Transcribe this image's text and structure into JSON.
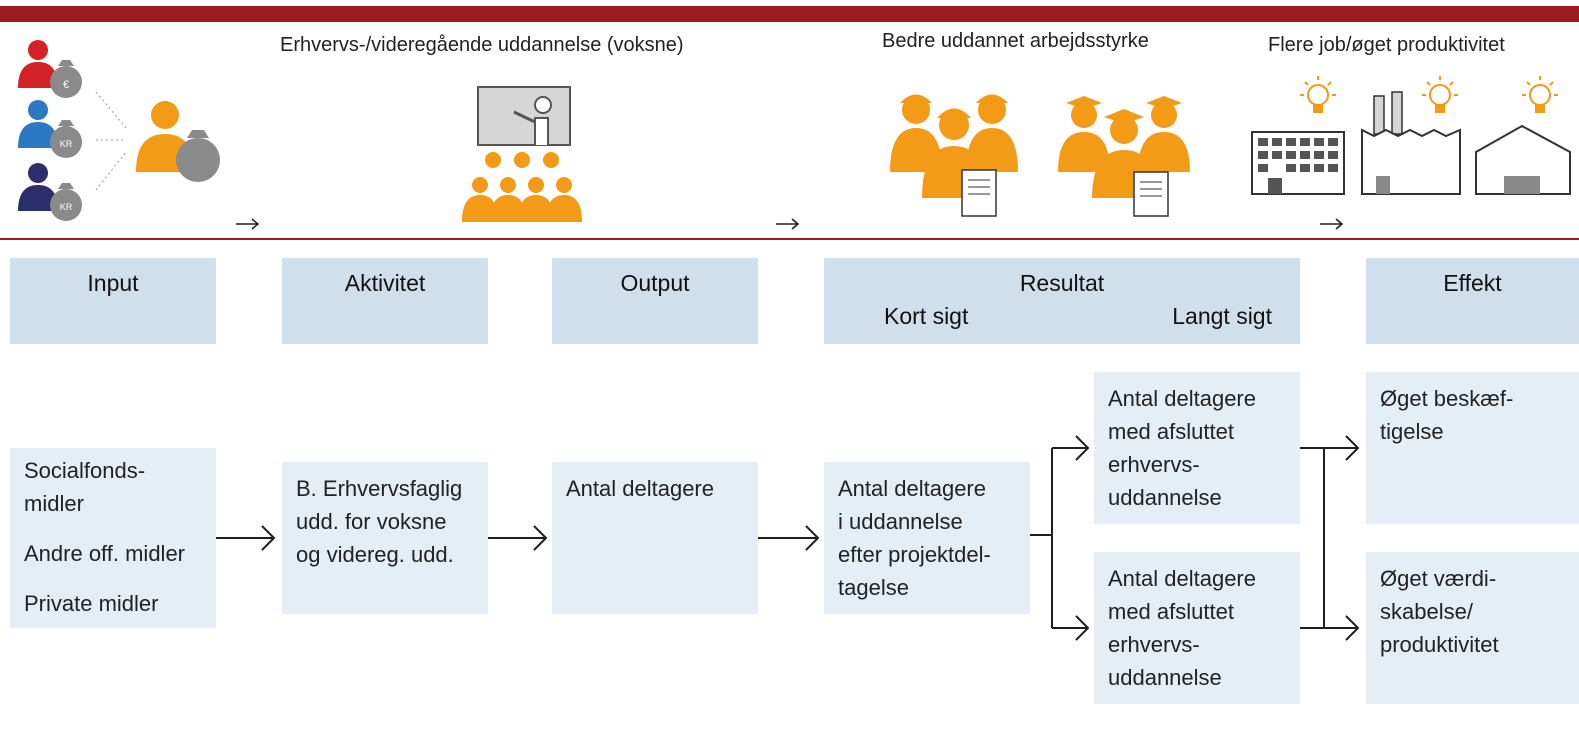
{
  "colors": {
    "top_bar": "#9b1b1f",
    "divider": "#9b1b1f",
    "header_fill": "#cfe0ec",
    "box_fill": "#e6eef5",
    "accent_orange": "#f39a17",
    "person_red": "#d22228",
    "person_blue": "#2b78c3",
    "person_navy": "#2b2e6b",
    "icon_gray": "#8a8a8a",
    "arrow": "#1e1e1e"
  },
  "top": {
    "activity_title": "Erhvervs-/videregående uddannelse (voksne)",
    "result_title": "Bedre uddannet arbejdsstyrke",
    "effect_title": "Flere job/øget produktivitet",
    "bag_currency_1": "€",
    "bag_currency_2": "KR",
    "bag_currency_3": "KR",
    "dots": "......"
  },
  "headers": {
    "input": "Input",
    "aktivitet": "Aktivitet",
    "output": "Output",
    "resultat": "Resultat",
    "kort_sigt": "Kort sigt",
    "langt_sigt": "Langt sigt",
    "effekt": "Effekt"
  },
  "boxes": {
    "input": [
      "Socialfonds-",
      "midler",
      "Andre off. midler",
      "Private midler"
    ],
    "aktivitet": [
      "B. Erhvervsfaglig",
      "udd. for voksne",
      "og videreg. udd."
    ],
    "output": [
      "Antal deltagere"
    ],
    "kort_sigt": [
      "Antal deltagere",
      "i uddannelse",
      "efter projektdel-",
      "tagelse"
    ],
    "langt_sigt_1": [
      "Antal deltagere",
      "med afsluttet",
      "erhvervs-",
      "uddannelse"
    ],
    "langt_sigt_2": [
      "Antal deltagere",
      "med afsluttet",
      "erhvervs-",
      "uddannelse"
    ],
    "effekt_1": [
      "Øget beskæf-",
      "tigelse"
    ],
    "effekt_2": [
      "Øget værdi-",
      "skabelse/",
      "produktivitet"
    ]
  }
}
